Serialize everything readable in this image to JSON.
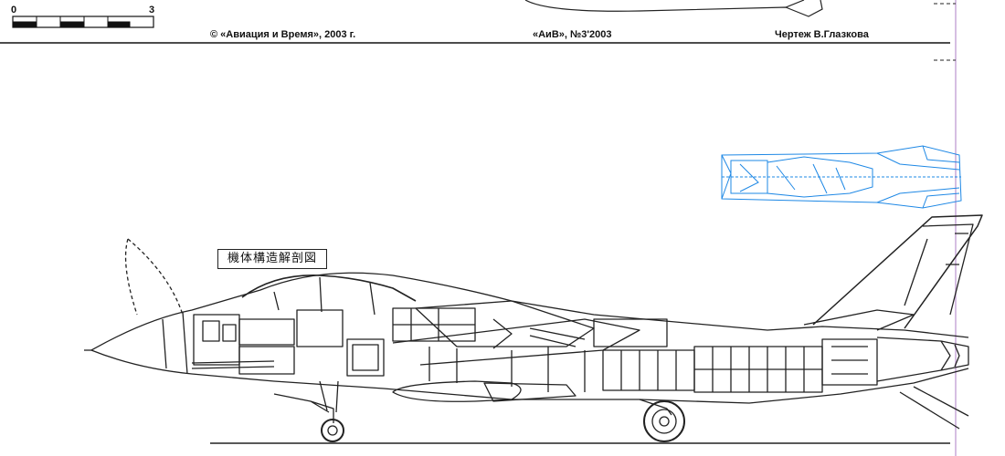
{
  "scale": {
    "start": "0",
    "end": "3"
  },
  "header": {
    "copyright": "© «Авиация и Время», 2003 г.",
    "issue": "«АиВ», №3'2003",
    "author": "Чертеж В.Глазкова"
  },
  "drawing": {
    "label": "機体構造解剖図",
    "colors": {
      "line": "#222222",
      "engine": "#1e88e5",
      "margin": "#c9a8d8"
    }
  }
}
